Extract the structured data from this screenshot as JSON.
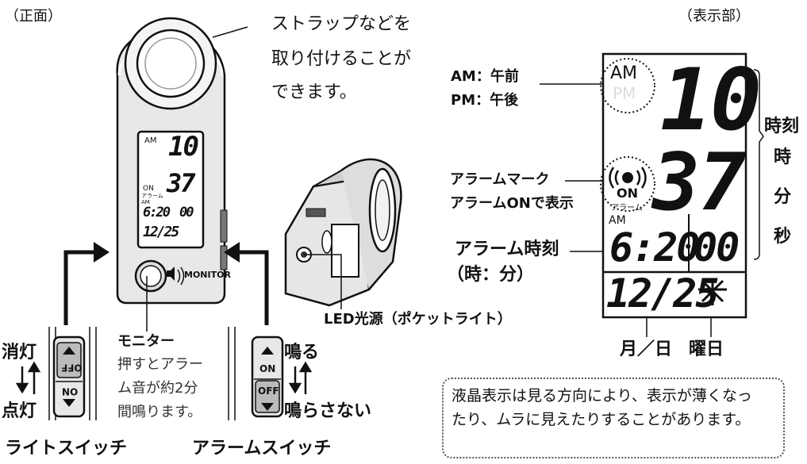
{
  "front_title": "（正面）",
  "display_title": "（表示部）",
  "strap_note": [
    "ストラップなどを",
    "取り付けることが",
    "できます。"
  ],
  "monitor_label": "MONITOR",
  "led_label": "LED光源（ポケットライト）",
  "monitor": {
    "title": "モニター",
    "desc": [
      "押すとアラー",
      "ム音が約2分",
      "間鳴ります。"
    ]
  },
  "light_switch": {
    "on_label": "消灯",
    "off_label": "点灯",
    "caption": "ライトスイッチ",
    "top_text": "OFF",
    "bottom_text": "ON"
  },
  "alarm_switch": {
    "on_label": "鳴る",
    "off_label": "鳴らさない",
    "caption": "アラームスイッチ",
    "top_text": "ON",
    "bottom_text": "OFF"
  },
  "ampm": {
    "am_line": "AM：午前",
    "pm_line": "PM：午後"
  },
  "alarm_mark": {
    "line1": "アラームマーク",
    "line2": "アラームONで表示"
  },
  "alarm_time": {
    "line1": "アラーム時刻",
    "line2": "（時：分）"
  },
  "right_labels": {
    "jikoku": "時刻",
    "ji": "時",
    "fun": "分",
    "byo": "秒"
  },
  "bottom_labels": {
    "month_day": "月／日",
    "weekday": "曜日"
  },
  "lcd": {
    "am": "AM",
    "pm": "PM",
    "hour": "10",
    "minute": "37",
    "on": "ON",
    "alarm_text": "アラーム",
    "alarm_am": "AM",
    "alarm_time": "6:20",
    "seconds": "00",
    "date": "12/25"
  },
  "small_lcd": {
    "am": "AM",
    "hour": "10",
    "minute": "37",
    "on": "ON",
    "alarm_text": "アラーム",
    "alarm_am": "AM",
    "alarm_time": "6:20",
    "seconds": "00",
    "date": "12/25"
  },
  "lcd_note": [
    "液晶表示は見る方向により、表示が薄くなっ",
    "たり、ムラに見えたりすることがあります。"
  ]
}
